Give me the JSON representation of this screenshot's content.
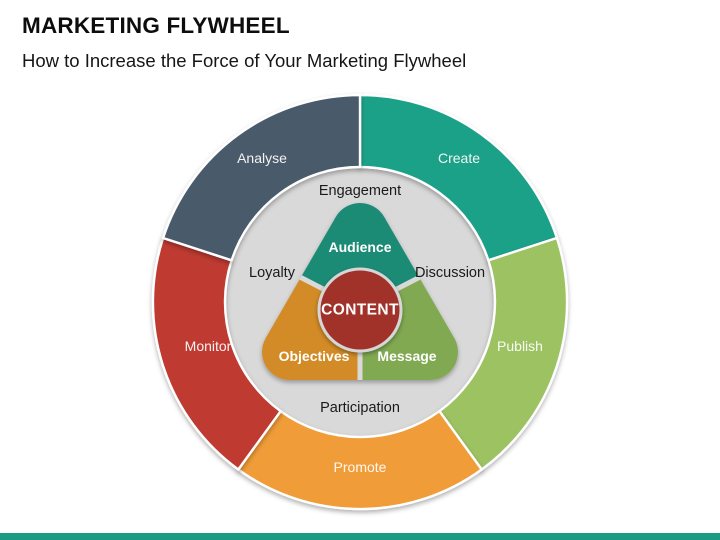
{
  "slide": {
    "title": "MARKETING FLYWHEEL",
    "subtitle": "How to Increase the Force of Your Marketing Flywheel",
    "accent_bar_color": "#1A9C82",
    "background_color": "#FFFFFF"
  },
  "flywheel": {
    "outer_segments": [
      {
        "label": "Create",
        "color": "#1FA189",
        "position": "top-right"
      },
      {
        "label": "Publish",
        "color": "#9DC262",
        "position": "right"
      },
      {
        "label": "Promote",
        "color": "#F09C38",
        "position": "bottom"
      },
      {
        "label": "Monitor",
        "color": "#BF3B31",
        "position": "left"
      },
      {
        "label": "Analyse",
        "color": "#4A5A6B",
        "position": "top-left"
      }
    ],
    "ring": {
      "color": "#D9D9D9",
      "labels": [
        {
          "label": "Engagement",
          "position": "top"
        },
        {
          "label": "Discussion",
          "position": "right"
        },
        {
          "label": "Participation",
          "position": "bottom"
        },
        {
          "label": "Loyalty",
          "position": "left"
        }
      ]
    },
    "core_segments": [
      {
        "label": "Audience",
        "color": "#1E8B76",
        "position": "top"
      },
      {
        "label": "Objectives",
        "color": "#D28B28",
        "position": "bottom-left"
      },
      {
        "label": "Message",
        "color": "#80A951",
        "position": "bottom-right"
      }
    ],
    "center": {
      "label": "CONTENT",
      "color": "#A1332B"
    }
  }
}
